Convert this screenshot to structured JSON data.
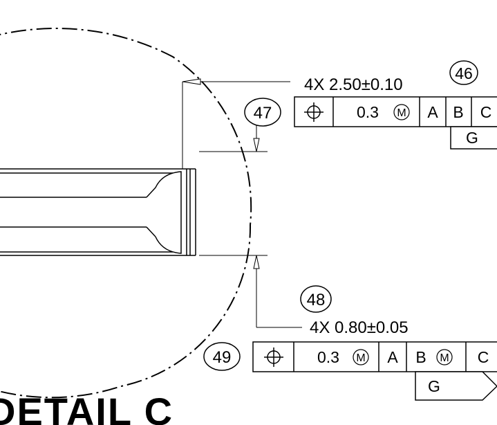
{
  "detail_title": "DETAIL C",
  "callout_top": {
    "dimension": "4X 2.50±0.10",
    "balloon_dimension": "46",
    "balloon_frame": "47",
    "frame_symbol": "position-icon",
    "tolerance": "0.3",
    "tolerance_modifier": "M",
    "datums": [
      "A",
      "B",
      "C"
    ],
    "datum_feature": "G"
  },
  "callout_bottom": {
    "dimension": "4X 0.80±0.05",
    "balloon_dimension": "48",
    "balloon_frame": "49",
    "frame_symbol": "position-icon",
    "tolerance": "0.3",
    "tolerance_modifier": "M",
    "datums": [
      "A",
      "B",
      "C"
    ],
    "datum_modifier": "M",
    "datum_feature": "G"
  },
  "colors": {
    "line": "#000000",
    "background": "#ffffff"
  }
}
